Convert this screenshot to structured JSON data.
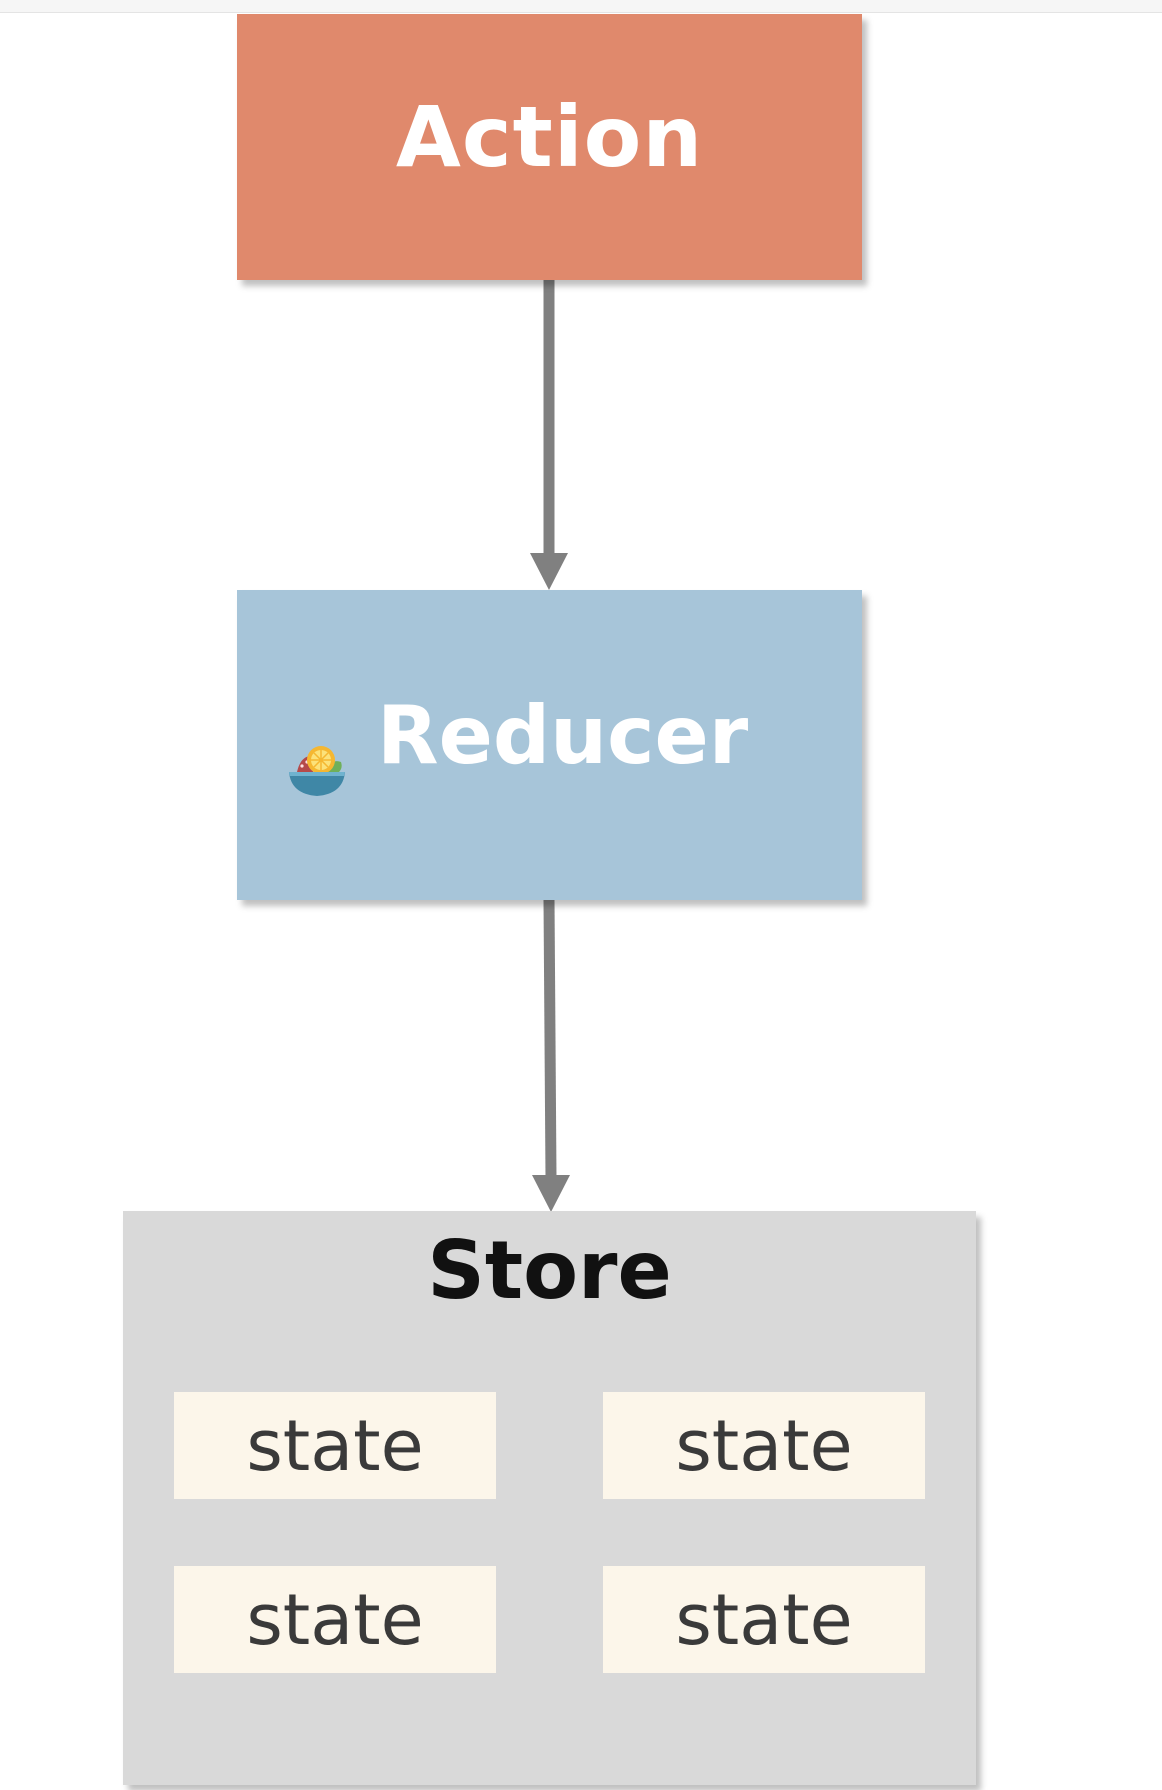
{
  "nodes": {
    "action": {
      "label": "Action",
      "color": "#e0896c"
    },
    "reducer": {
      "label": "Reducer",
      "color": "#a7c5d9",
      "icon": "fruit-bowl-icon"
    },
    "store": {
      "label": "Store",
      "color": "#d9d9d9",
      "states": [
        "state",
        "state",
        "state",
        "state"
      ],
      "state_color": "#fcf6ea"
    }
  },
  "edges": [
    {
      "from": "Action",
      "to": "Reducer"
    },
    {
      "from": "Reducer",
      "to": "Store"
    }
  ],
  "colors": {
    "arrow": "#808080",
    "label_light": "#ffffff",
    "label_dark": "#111111"
  }
}
